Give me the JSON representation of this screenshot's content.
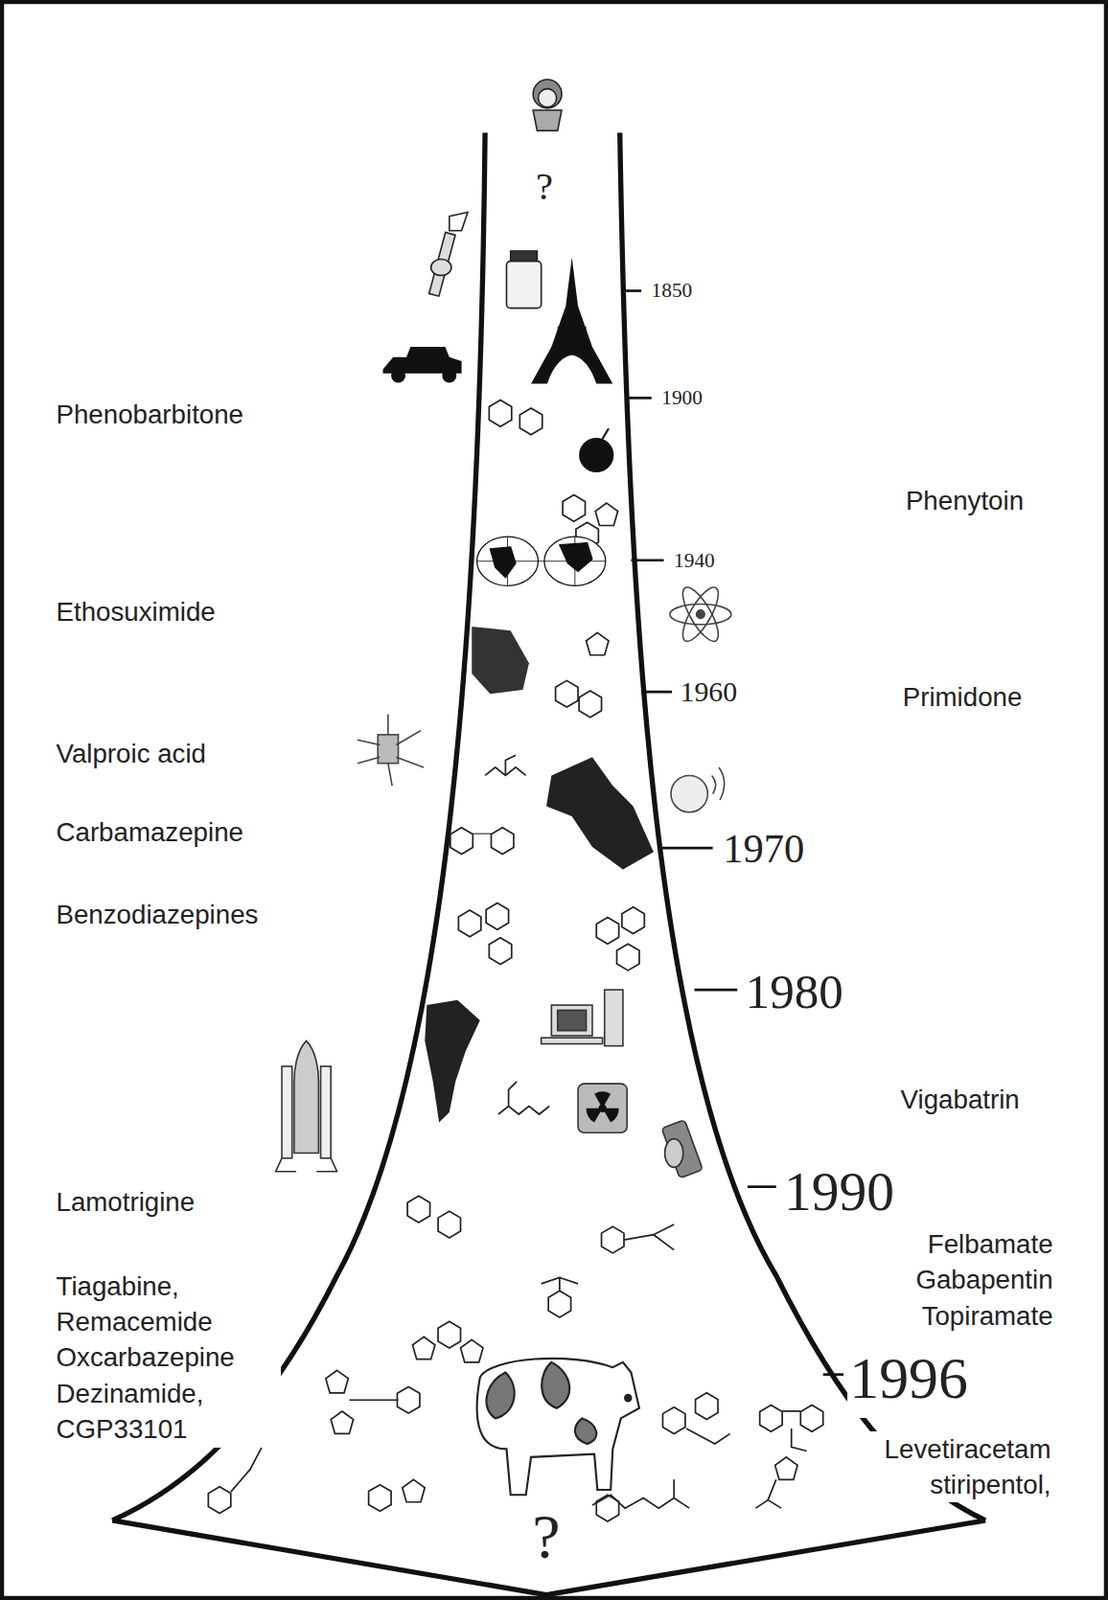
{
  "diagram": {
    "labels": [
      "?",
      "1850",
      "Phenobarbitone",
      "1900",
      "Phenytoin",
      "1940",
      "Ethosuximide",
      "Primidone",
      "1960",
      "Valproic acid",
      "Carbamazepine",
      "1970",
      "Benzodiazepines",
      "1980",
      "Vigabatrin",
      "Lamotrigine",
      "1990",
      "Felbamate Gabapentin Topiramate",
      "Tiagabine, Remacemide Oxcarbazepine Dezinamide, CGP33101",
      "1996",
      "Levetiracetam stiripentol,",
      "?"
    ]
  }
}
